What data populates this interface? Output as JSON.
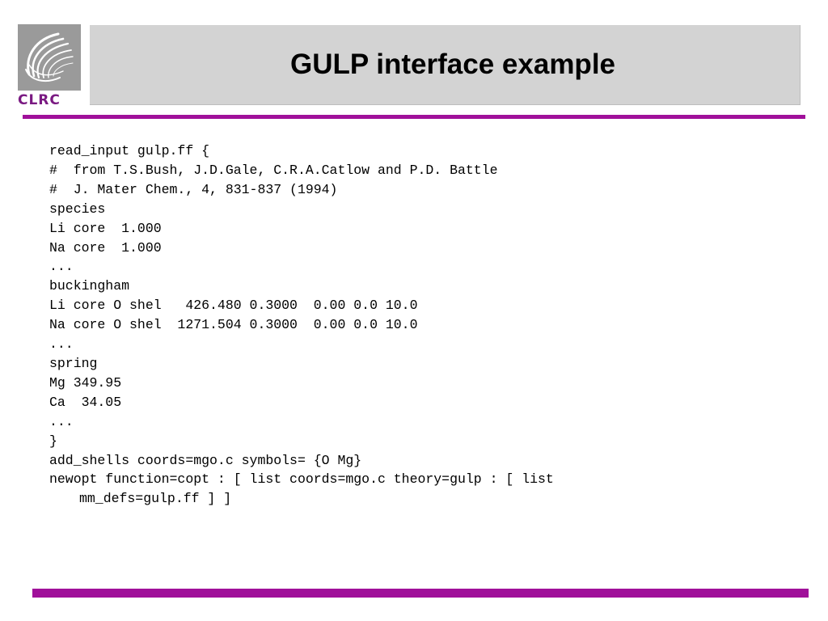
{
  "logo": {
    "text": "CLRC",
    "brand_color": "#7a1a82",
    "box_color": "#9a9a9a"
  },
  "title": "GULP interface example",
  "colors": {
    "accent_rule": "#a0109a",
    "title_bar": "#d3d3d3"
  },
  "code_lines": [
    "read_input gulp.ff {",
    "#  from T.S.Bush, J.D.Gale, C.R.A.Catlow and P.D. Battle",
    "#  J. Mater Chem., 4, 831-837 (1994)",
    "species",
    "Li core  1.000",
    "Na core  1.000",
    "...",
    "buckingham",
    "Li core O shel   426.480 0.3000  0.00 0.0 10.0",
    "Na core O shel  1271.504 0.3000  0.00 0.0 10.0",
    "...",
    "spring",
    "Mg 349.95",
    "Ca  34.05",
    "...",
    "}",
    "add_shells coords=mgo.c symbols= {O Mg}",
    "newopt function=copt : [ list coords=mgo.c theory=gulp : [ list",
    "mm_defs=gulp.ff ] ]"
  ]
}
